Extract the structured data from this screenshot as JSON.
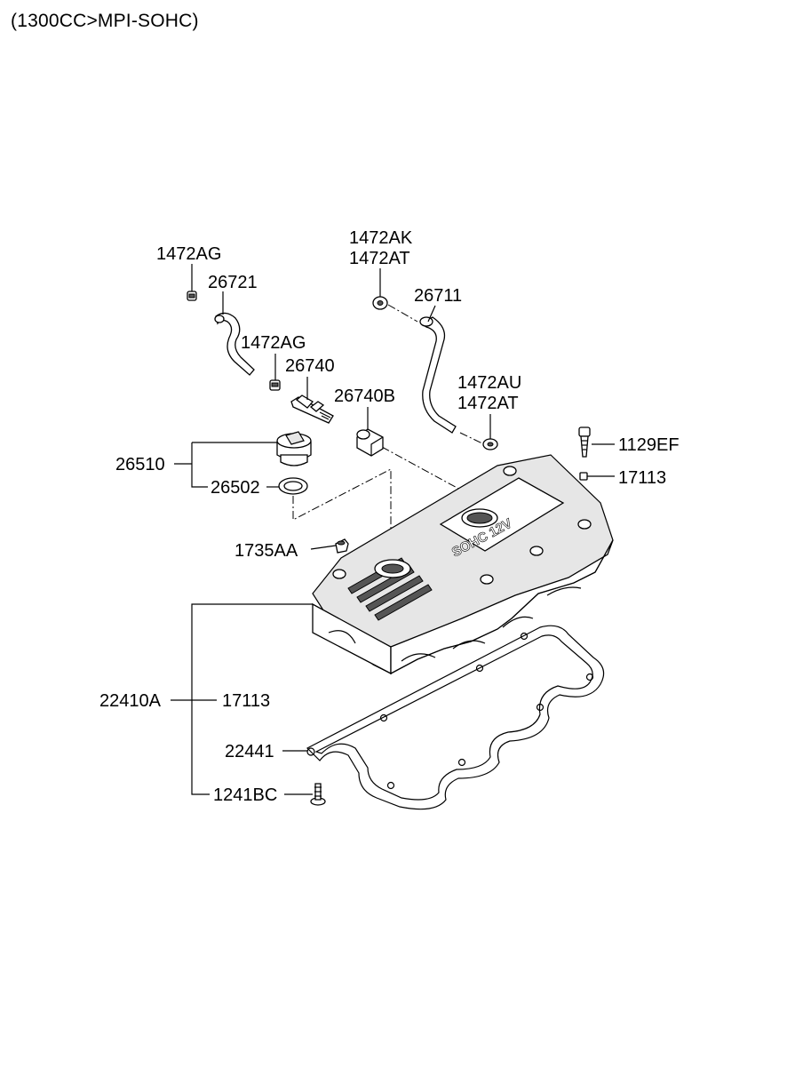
{
  "title": "(1300CC>MPI-SOHC)",
  "labels": {
    "p1472AG_top": "1472AG",
    "p26721": "26721",
    "p1472AG_mid": "1472AG",
    "p26740": "26740",
    "p26740B": "26740B",
    "p1472AK": "1472AK",
    "p1472AT_top": "1472AT",
    "p26711": "26711",
    "p1472AU": "1472AU",
    "p1472AT_mid": "1472AT",
    "p1129EF": "1129EF",
    "p17113_top": "17113",
    "p26510": "26510",
    "p26502": "26502",
    "p1735AA": "1735AA",
    "p22410A": "22410A",
    "p17113_bot": "17113",
    "p22441": "22441",
    "p1241BC": "1241BC"
  },
  "cover_emboss": "SOHC 12V"
}
